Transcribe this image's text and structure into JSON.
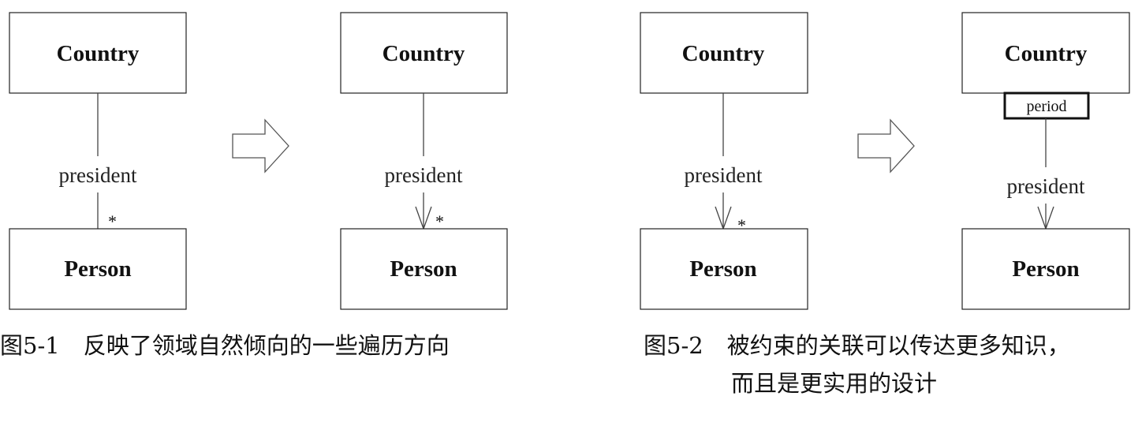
{
  "figures": [
    {
      "caption_number": "图5-1",
      "caption_text": "反映了领域自然倾向的一些遍历方向",
      "before": {
        "top_class": "Country",
        "bottom_class": "Person",
        "role": "president",
        "multiplicity": "*"
      },
      "after": {
        "top_class": "Country",
        "bottom_class": "Person",
        "role": "president",
        "multiplicity": "*"
      }
    },
    {
      "caption_number": "图5-2",
      "caption_text_line1": "被约束的关联可以传达更多知识，",
      "caption_text_line2": "而且是更实用的设计",
      "before": {
        "top_class": "Country",
        "bottom_class": "Person",
        "role": "president",
        "multiplicity": "*"
      },
      "after": {
        "top_class": "Country",
        "bottom_class": "Person",
        "role": "president",
        "qualifier": "period"
      }
    }
  ]
}
